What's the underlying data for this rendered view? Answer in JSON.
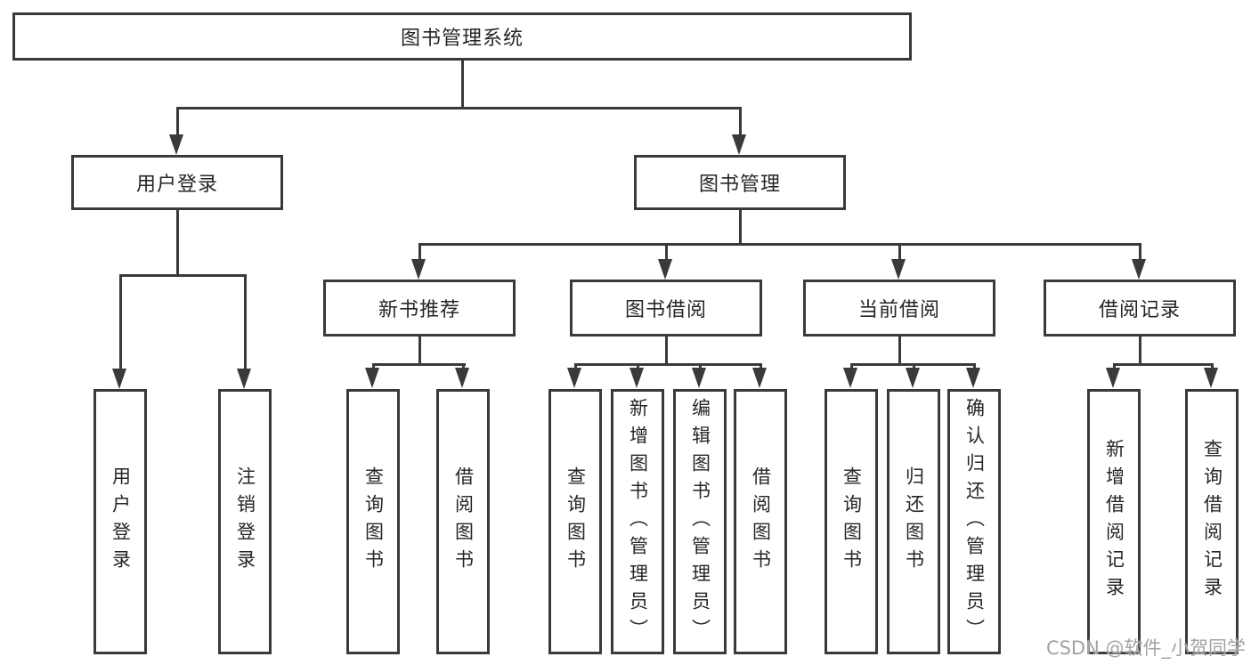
{
  "diagram": {
    "root": {
      "label": "图书管理系统"
    },
    "branches": [
      {
        "label": "用户登录",
        "children": [
          {
            "label": "用户登录"
          },
          {
            "label": "注销登录"
          }
        ]
      },
      {
        "label": "图书管理",
        "children": [
          {
            "label": "新书推荐",
            "children": [
              {
                "label": "查询图书"
              },
              {
                "label": "借阅图书"
              }
            ]
          },
          {
            "label": "图书借阅",
            "children": [
              {
                "label": "查询图书"
              },
              {
                "label": "新增图书（管理员）"
              },
              {
                "label": "编辑图书（管理员）"
              },
              {
                "label": "借阅图书"
              }
            ]
          },
          {
            "label": "当前借阅",
            "children": [
              {
                "label": "查询图书"
              },
              {
                "label": "归还图书"
              },
              {
                "label": "确认归还（管理员）"
              }
            ]
          },
          {
            "label": "借阅记录",
            "children": [
              {
                "label": "新增借阅记录"
              },
              {
                "label": "查询借阅记录"
              }
            ]
          }
        ]
      }
    ]
  },
  "watermark": {
    "text": "CSDN @软件_小贺同学"
  },
  "colors": {
    "line": "#3a3a3a",
    "text": "#262626",
    "background": "#ffffff",
    "watermark": "#a3a3a3"
  }
}
